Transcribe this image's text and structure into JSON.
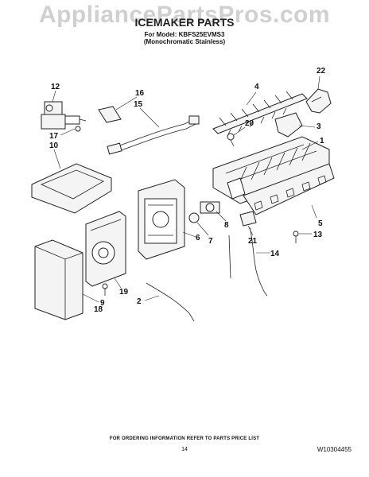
{
  "watermark": "AppliancePartsPros.com",
  "title": "ICEMAKER PARTS",
  "model_line": "For Model: KBFS25EVMS3",
  "model_variant": "(Monochromatic Stainless)",
  "callouts": [
    "22",
    "4",
    "12",
    "16",
    "15",
    "20",
    "3",
    "17",
    "10",
    "1",
    "5",
    "8",
    "7",
    "6",
    "21",
    "13",
    "14",
    "19",
    "9",
    "18",
    "2"
  ],
  "footer_note": "FOR ORDERING INFORMATION REFER TO PARTS PRICE LIST",
  "page_number": "14",
  "doc_number": "W10304455"
}
